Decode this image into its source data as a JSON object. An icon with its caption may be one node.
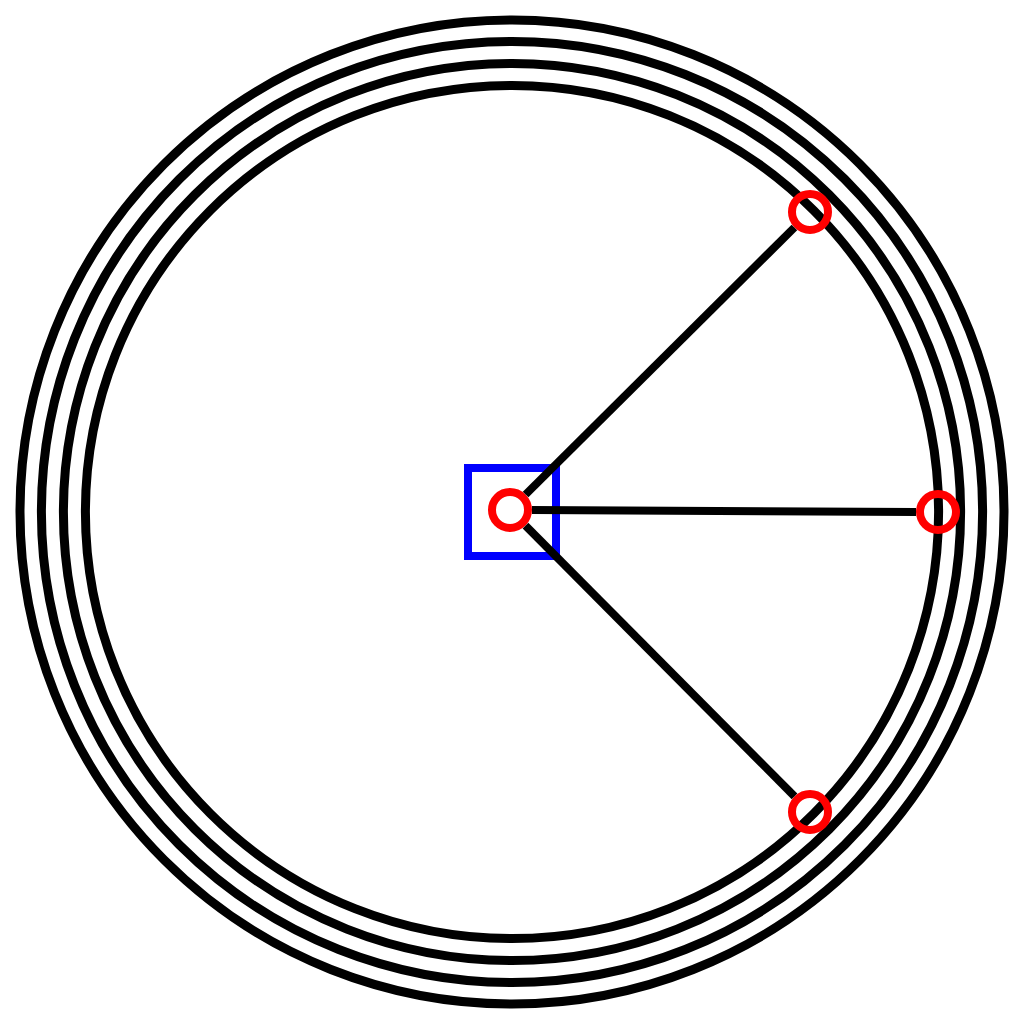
{
  "diagram": {
    "nodes": [
      {
        "text": [],
        "shape": "circle"
      },
      {
        "text": [],
        "shape": "box",
        "in": 0
      },
      {
        "text": [],
        "shape": "circle",
        "in": 1
      },
      {
        "text": [],
        "shape": "circle",
        "in": 0
      },
      {
        "text": [],
        "shape": "circle",
        "in": 0
      },
      {
        "text": [],
        "shape": "circle",
        "in": 0
      }
    ],
    "edges": [
      {
        "from": 2,
        "to": 3,
        "arrow": "none"
      },
      {
        "from": 2,
        "to": 4,
        "arrow": "none"
      },
      {
        "from": 2,
        "to": 5,
        "arrow": "none"
      }
    ]
  }
}
